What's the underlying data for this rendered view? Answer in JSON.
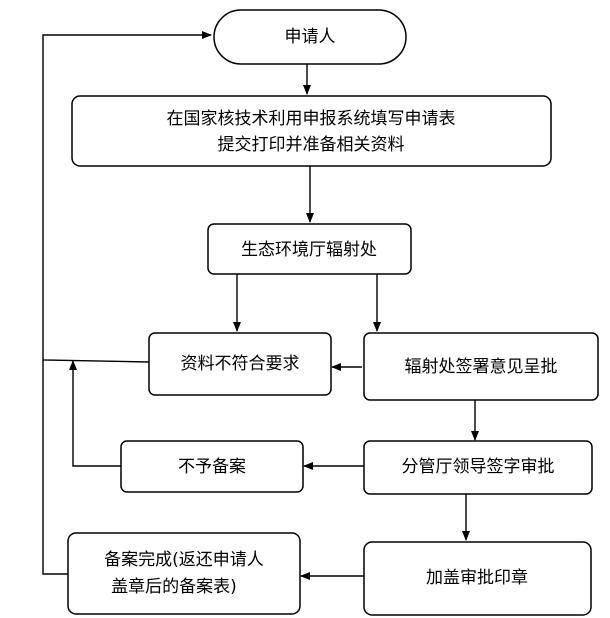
{
  "nodes": {
    "applicant": "申请人",
    "fill_form": {
      "line1": "在国家核技术利用申报系统填写申请表",
      "line2": "提交打印并准备相关资料"
    },
    "env_dept": "生态环境厅辐射处",
    "incomplete": "资料不符合要求",
    "radiation_sign": "辐射处签署意见呈批",
    "not_filed": "不予备案",
    "leader_sign": "分管厅领导签字审批",
    "stamp": "加盖审批印章",
    "done": {
      "line1": "备案完成(返还申请人",
      "line2": "盖章后的备案表)"
    }
  },
  "colors": {
    "stroke": "#000000",
    "fill": "#ffffff"
  }
}
